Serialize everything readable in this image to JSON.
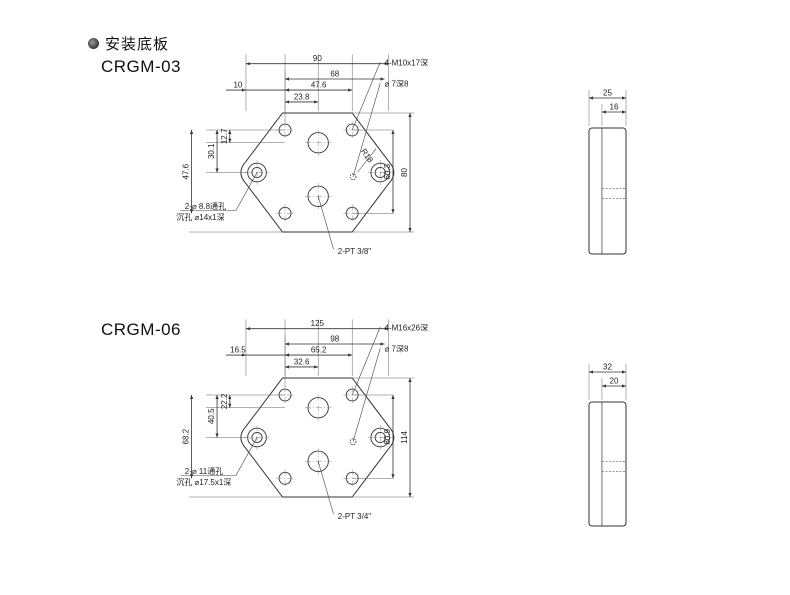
{
  "header": {
    "title": "安装底板",
    "bullet_icon": "circle-bullet-icon"
  },
  "plates": [
    {
      "model": "CRGM-03",
      "dims": {
        "overall_width": "90",
        "hole_span": "68",
        "port_span": "47.6",
        "port_offset": "23.8",
        "edge_offset": "10",
        "v_small": "12.7",
        "v_mid": "30.1",
        "v_large": "47.6",
        "height_inner": "60.3",
        "height_total": "80",
        "radius": "R18"
      },
      "callouts": {
        "bolt_holes": "4-M10x17深",
        "pin_hole": "⌀ 7深8",
        "mount_holes": "2-⌀ 8.8通孔",
        "counterbore": "沉孔 ⌀14x1深",
        "ports": "2-PT 3/8\""
      },
      "side_view": {
        "thickness": "25",
        "inner": "16"
      }
    },
    {
      "model": "CRGM-06",
      "dims": {
        "overall_width": "125",
        "hole_span": "98",
        "port_span": "65.2",
        "port_offset": "32.6",
        "edge_offset": "16.5",
        "v_small": "22.2",
        "v_mid": "40.5",
        "v_large": "68.2",
        "height_inner": "80.9",
        "height_total": "114"
      },
      "callouts": {
        "bolt_holes": "4-M16x26深",
        "pin_hole": "⌀ 7深8",
        "mount_holes": "2-⌀ 11通孔",
        "counterbore": "沉孔 ⌀17.5x1深",
        "ports": "2-PT 3/4\""
      },
      "side_view": {
        "thickness": "32",
        "inner": "20"
      }
    }
  ]
}
